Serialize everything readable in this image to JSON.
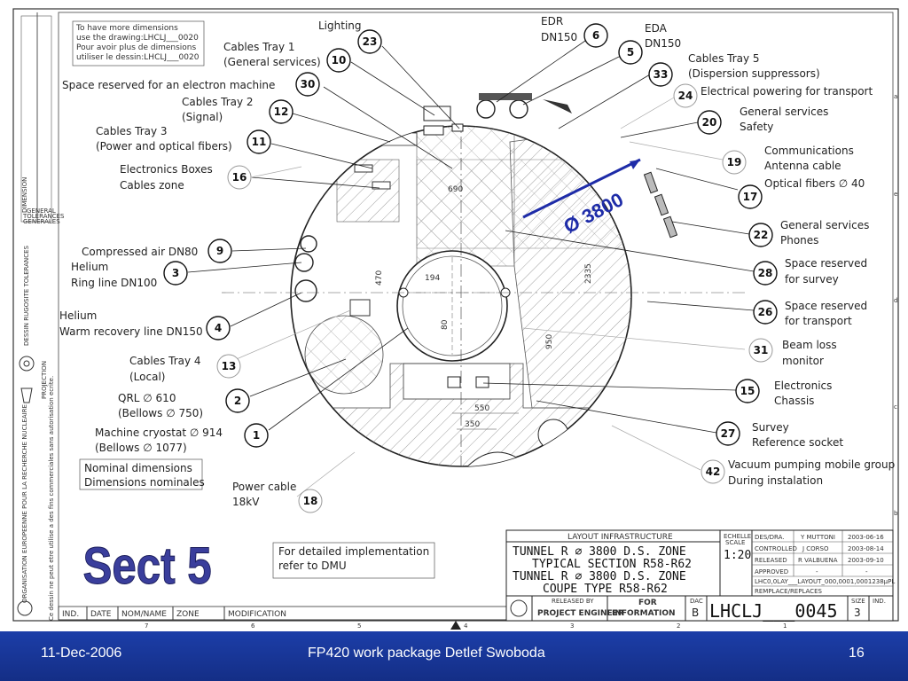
{
  "notes": {
    "top_left": [
      "To have more dimensions",
      "use the drawing:LHCLJ___0020",
      "Pour avoir plus de dimensions",
      "utiliser le dessin:LHCLJ___0020"
    ],
    "nominal": [
      "Nominal dimensions",
      "Dimensions nominales"
    ],
    "detailed": [
      "For detailed implementation",
      "refer to DMU"
    ]
  },
  "callouts": {
    "lighting": "Lighting",
    "edr": [
      "EDR",
      "DN150"
    ],
    "eda": [
      "EDA",
      "DN150"
    ],
    "tray1": [
      "Cables Tray 1",
      "(General services)"
    ],
    "space_machine": "Space reserved for an electron machine",
    "tray2": [
      "Cables Tray 2",
      "(Signal)"
    ],
    "tray3": [
      "Cables Tray 3",
      "(Power and optical fibers)"
    ],
    "elec_boxes": [
      "Electronics Boxes",
      "Cables zone"
    ],
    "compressed_air": "Compressed air DN80",
    "helium_ring": [
      "Helium",
      "Ring line DN100"
    ],
    "helium_warm": [
      "Helium",
      "Warm recovery line DN150"
    ],
    "tray4": [
      "Cables Tray 4",
      "(Local)"
    ],
    "qrl": [
      "QRL  ∅  610",
      "(Bellows  ∅  750)"
    ],
    "cryostat": [
      "Machine cryostat  ∅  914",
      "(Bellows  ∅  1077)"
    ],
    "power_cable": [
      "Power cable",
      "18kV"
    ],
    "tray5": [
      "Cables Tray 5",
      "(Dispersion suppressors)"
    ],
    "elec_transport": "Electrical powering for transport",
    "gen_safety": [
      "General services",
      "Safety"
    ],
    "comms": [
      "Communications",
      "Antenna cable",
      "Optical fibers  ∅  40"
    ],
    "gen_phones": [
      "General services",
      "Phones"
    ],
    "survey_space": [
      "Space reserved",
      "for survey"
    ],
    "transport_space": [
      "Space reserved",
      "for transport"
    ],
    "beam_loss": [
      "Beam loss",
      "monitor"
    ],
    "elec_chassis": [
      "Electronics",
      "Chassis"
    ],
    "survey_socket": [
      "Survey",
      "Reference socket"
    ],
    "vacuum": [
      "Vacuum pumping mobile group",
      "During instalation"
    ]
  },
  "bubbles": {
    "b23": "23",
    "b10": "10",
    "b30": "30",
    "b12": "12",
    "b11": "11",
    "b16": "16",
    "b9": "9",
    "b3": "3",
    "b4": "4",
    "b13": "13",
    "b2": "2",
    "b1": "1",
    "b18": "18",
    "b6": "6",
    "b5": "5",
    "b33": "33",
    "b24": "24",
    "b20": "20",
    "b19": "19",
    "b17": "17",
    "b22": "22",
    "b28": "28",
    "b26": "26",
    "b31": "31",
    "b15": "15",
    "b27": "27",
    "b42": "42"
  },
  "dimensions": {
    "d690": "690",
    "d2335": "2335",
    "d470": "470",
    "d194": "194",
    "d80": "80",
    "d950": "950",
    "d550": "550",
    "d350": "350"
  },
  "diameter_label": "Ø 3800",
  "sect_label": "Sect 5",
  "title_block": {
    "header": "LAYOUT INFRASTRUCTURE",
    "title_lines": [
      "TUNNEL R  ∅  3800 D.S. ZONE",
      "TYPICAL SECTION R58-R62",
      "TUNNEL R  ∅  3800 D.S. ZONE",
      "COUPE TYPE R58-R62"
    ],
    "scale_label": [
      "ECHELLE",
      "SCALE"
    ],
    "scale": "1:20",
    "sign_rows": [
      {
        "role": "DES/DRA.",
        "name": "Y MUTTONI",
        "date": "2003-06-16"
      },
      {
        "role": "CONTROLLED",
        "name": "J CORSO",
        "date": "2003-08-14"
      },
      {
        "role": "RELEASED",
        "name": "R VALBUENA",
        "date": "2003-09-10"
      },
      {
        "role": "APPROVED",
        "name": "-",
        "date": "-"
      }
    ],
    "edms": "LHC0,0LAY___LAYOUT_000,0001,0001238µPL",
    "replace": "REMPLACE/REPLACES",
    "released_by": "RELEASED BY",
    "project_engineer": "PROJECT ENGINEER",
    "for_info": [
      "FOR",
      "INFORMATION"
    ],
    "dac": "DAC",
    "dac_value": "B",
    "drawing_number": "LHCLJ___0045",
    "size_label": "SIZE",
    "size": "3",
    "ind": "IND."
  },
  "modif_header": [
    "IND.",
    "DATE",
    "NOM/NAME",
    "ZONE",
    "MODIFICATION"
  ],
  "bottom_scale": [
    "7",
    "6",
    "5",
    "4",
    "3",
    "2",
    "1"
  ],
  "right_scale": [
    "e",
    "d",
    "c",
    "b",
    "a"
  ],
  "left_strip": {
    "dimension_block": "DIMENSION",
    "general_tol": [
      "GENERAL",
      "TOLERANCES",
      "GENERALES"
    ],
    "rugosite": "DESSIN  RUGOSITE  TOLERANCES",
    "projection": "PROJECTION",
    "org": "ORGANISATION EUROPEENNE POUR LA RECHERCHE NUCLEAIRE",
    "warning": "Ce dessin ne peut etre utilise a des fins commerciales sans autorisation ecrite."
  },
  "footer": {
    "date": "11-Dec-2006",
    "center": "FP420 work package Detlef Swoboda",
    "page": "16"
  },
  "colors": {
    "footer_bg": "#1c3ea8",
    "sect_fill": "#3a3e9c",
    "diameter_color": "#1e2ca8"
  }
}
